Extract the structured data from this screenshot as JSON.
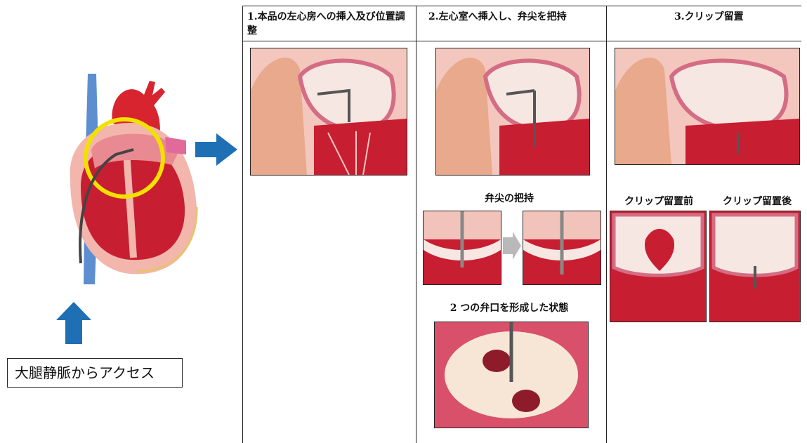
{
  "columns": [
    {
      "title": "1.本品の左心房への挿入及び位置調整"
    },
    {
      "title": "2.左心室へ挿入し、弁尖を把持"
    },
    {
      "title": "3.クリップ留置"
    }
  ],
  "labels": {
    "grasp": "弁尖の把持",
    "two_orifices": "2 つの弁口を形成した状態",
    "before_clip": "クリップ留置前",
    "after_clip": "クリップ留置後",
    "access": "大腿静脈からアクセス"
  },
  "colors": {
    "arrow_blue": "#1f6fb5",
    "highlight_yellow": "#f2e100",
    "tissue_red": "#c81e32",
    "tissue_pink": "#f0b3ae"
  }
}
